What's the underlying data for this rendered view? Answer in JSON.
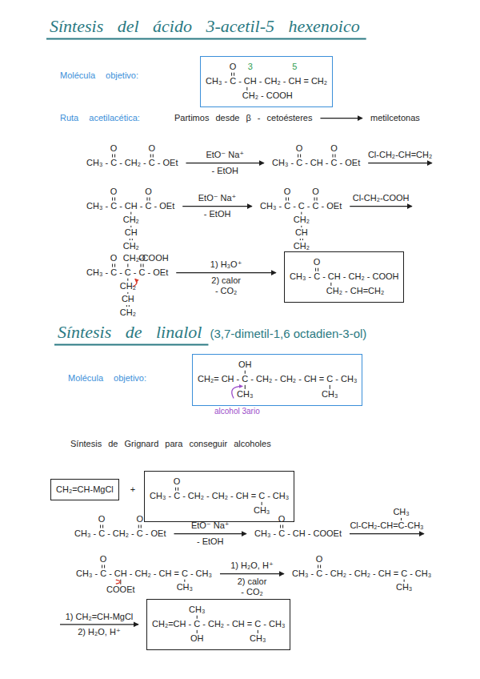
{
  "diagram": {
    "title": "Síntesis del ácido 3-acetil-5 hexenoico",
    "nodes": [
      {
        "text": [
          "O",
          "3",
          "5",
          "CH₃ - C - CH - CH₂ - CH = CH₂",
          "CH₂ - COOH"
        ]
      },
      {
        "text": [
          "O",
          "CH₃ - C - CH - CH₂ - COOH",
          "CH₂ - CH=CH₂"
        ]
      },
      {
        "text": [
          "OH",
          "CH₂= CH - C - CH₂ - CH₂ - CH = C - CH₃",
          "CH₃",
          "CH₃"
        ]
      },
      {
        "text": [
          "CH₂=CH-MgCl"
        ]
      },
      {
        "text": [
          "O",
          "CH₃ - C - CH₂ - CH₂ - CH = C - CH₃",
          "CH₃"
        ]
      },
      {
        "text": [
          "CH₃",
          "CH₂=CH - C - CH₂ - CH = C - CH₃",
          "OH",
          "CH₃"
        ]
      }
    ],
    "labels": [
      "Molécula objetivo:",
      "Ruta acetilacética:",
      "Partimos desde β - cetoésteres",
      "metilcetonas",
      "CH₃ - C - CH₂ - C - OEt",
      "O",
      "O",
      "EtO⁻ Na⁺",
      "- EtOH",
      "CH₃ - C - CH - C - OEt",
      "O",
      "O",
      "Cl-CH₂-CH=CH₂",
      "CH₃ - C - CH - C - OEt",
      "O",
      "O",
      "CH₂",
      "CH",
      "CH₂",
      "EtO⁻ Na⁺",
      "- EtOH",
      "CH₃ - C - C - C - OEt",
      "O",
      "O",
      "CH₂",
      "CH",
      "CH₂",
      "Cl-CH₂-COOH",
      "CH₃ - C - C - C - OEt",
      "O",
      "CH₂-COOH",
      "O",
      "CH₂",
      "CH",
      "CH₂",
      "1) H₃O⁺",
      "2) calor",
      "- CO₂",
      "Síntesis de linalol",
      "(3,7-dimetil-1,6 octadien-3-ol)",
      "Molécula objetivo:",
      "alcohol 3ario",
      "Síntesis de Grignard para conseguir alcoholes",
      "+",
      "CH₃ - C - CH₂ - C - OEt",
      "O",
      "O",
      "EtO⁻ Na⁺",
      "- EtOH",
      "CH₃ - C - CH - COOEt",
      "O",
      "Cl-CH₂-CH=C-CH₃",
      "CH₃",
      "CH₃ - C - CH - CH₂ - CH = C - CH₃",
      "O",
      "COOEt",
      "CH₃",
      "1) H₂O, H⁺",
      "2) calor",
      "- CO₂",
      "CH₃ - C - CH₂ - CH₂ - CH = C - CH₃",
      "O",
      "CH₃",
      "1) CH₂=CH-MgCl",
      "2) H₂O, H⁺"
    ]
  }
}
